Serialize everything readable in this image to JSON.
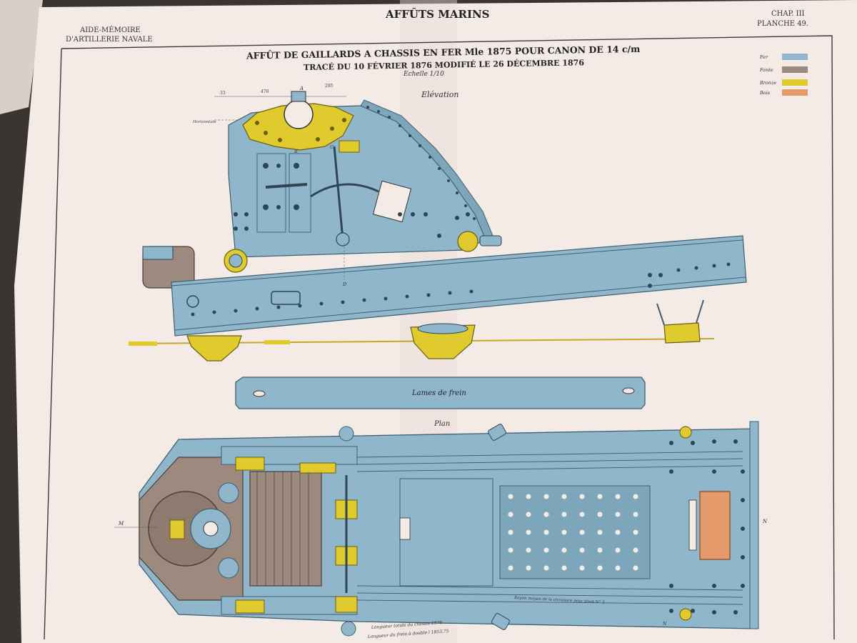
{
  "header": {
    "book": "AIDE-MÉMOIRE",
    "book_sub": "D'ARTILLERIE NAVALE",
    "section": "AFFÛTS MARINS",
    "chapter": "CHAP. III",
    "plate": "PLANCHE 49."
  },
  "titles": {
    "line1": "AFFÛT DE GAILLARDS A CHASSIS EN FER Mle 1875 POUR CANON DE 14 c/m",
    "line2": "TRACÉ DU 10 FÉVRIER 1876 MODIFIÉ LE 26 DÉCEMBRE 1876",
    "scale": "Echelle 1/10"
  },
  "legend": {
    "items": [
      {
        "label": "Fer",
        "color": "#8fb6cb"
      },
      {
        "label": "Fonte",
        "color": "#9c8a7e"
      },
      {
        "label": "Bronze",
        "color": "#e0cb2e"
      },
      {
        "label": "Bois",
        "color": "#e49a6a"
      }
    ]
  },
  "views": {
    "elevation": "Elévation",
    "plan": "Plan",
    "brake_plate": "Lames de frein"
  },
  "annotations": {
    "horizontale": "Horizontale",
    "letter_a": "A",
    "letter_b": "B",
    "letter_c": "C",
    "letter_d": "D",
    "letter_m": "M",
    "letter_n": "N",
    "letter_n2": "N",
    "dim_1": "33",
    "dim_2": "470",
    "dim_3": "295",
    "length_total": "Longueur totale du chassis 2976",
    "length_frein": "Longueur du frein à double l 1853,75",
    "rayon": "Rayon moyen de la circulaire pour pivot N° 3"
  },
  "colors": {
    "iron": "#8fb6cb",
    "iron_dark": "#6f95aa",
    "cast": "#9c8a7e",
    "bronze": "#e0cb2e",
    "wood": "#e49a6a",
    "paper": "#f5ece8"
  }
}
